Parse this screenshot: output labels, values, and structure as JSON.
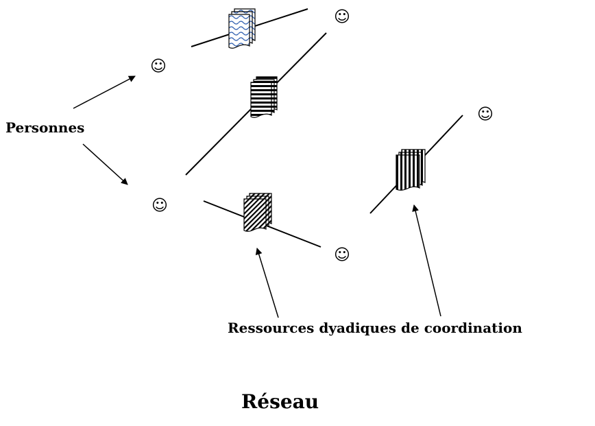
{
  "labels": {
    "persons": "Personnes",
    "resources": "Ressources dyadiques de coordination",
    "network": "Réseau"
  },
  "person_symbol": "☺",
  "resource_patterns": [
    "waves",
    "horizontal-stripes",
    "diagonal-hatch",
    "vertical-stripes"
  ],
  "colors": {
    "ink": "#000000",
    "wave_fill": "#2f5fb0",
    "background": "#ffffff"
  }
}
